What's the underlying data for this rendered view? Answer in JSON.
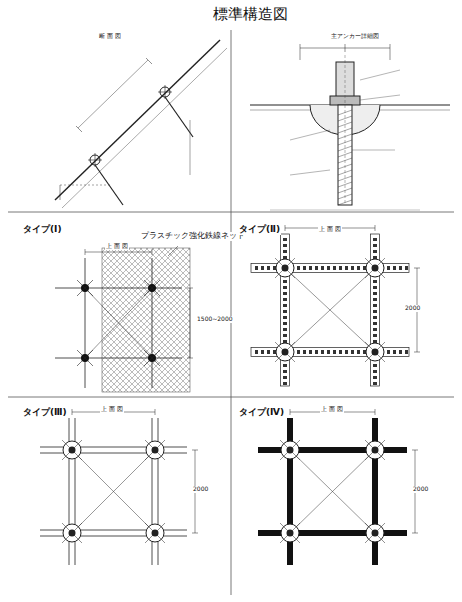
{
  "diagram": {
    "title": "標準構造図",
    "labels": [
      "断 面 図",
      "主アンカー詳細図",
      "タイプ(Ⅰ)",
      "プラスチック強化鉄線ネット",
      "上 面 図",
      "1500~2000",
      "タイプ(Ⅱ)",
      "上 面 図",
      "2000",
      "タイプ(Ⅲ)",
      "上 面 図",
      "2000",
      "タイプ(Ⅳ)",
      "上 面 図",
      "2000"
    ]
  }
}
